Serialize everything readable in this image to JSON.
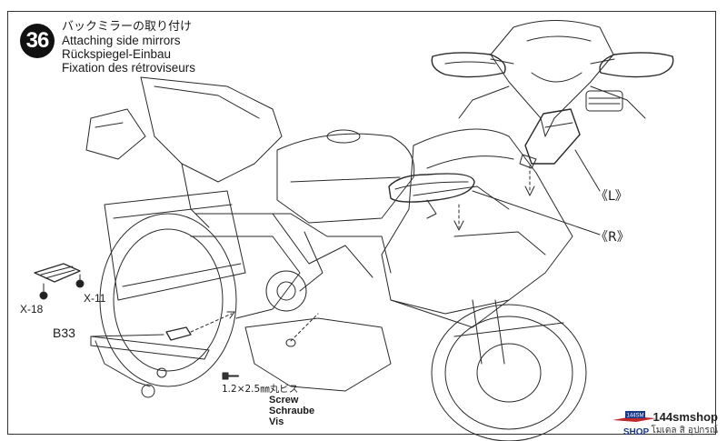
{
  "step": {
    "number": "36",
    "title_jp": "バックミラーの取り付け",
    "title_en": "Attaching side mirrors",
    "title_de": "Rückspiegel-Einbau",
    "title_fr": "Fixation des rétroviseurs"
  },
  "parts": {
    "x18": "X-18",
    "x11": "X-11",
    "b33": "B33",
    "left": "《L》",
    "right": "《R》"
  },
  "screw": {
    "spec": "1.2×2.5㎜丸ビス",
    "en": "Screw",
    "de": "Schraube",
    "fr": "Vis"
  },
  "watermark": {
    "brand": "144smshop",
    "sub": "โมเดล สิ อุปกรณ์",
    "logo_text": "SHOP",
    "logo_badge": "144SM"
  }
}
